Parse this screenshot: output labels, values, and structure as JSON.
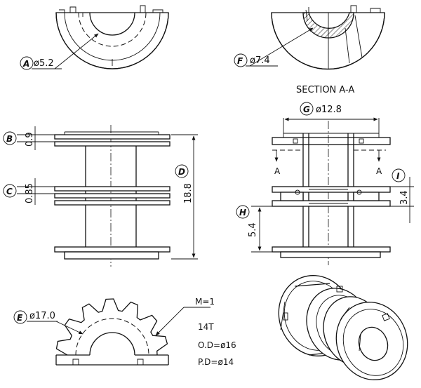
{
  "labels": {
    "A": {
      "tag": "A",
      "value": "ø5.2"
    },
    "B": {
      "tag": "B",
      "value": "0.9"
    },
    "C_left": {
      "tag": "C",
      "value": "0.85"
    },
    "D": {
      "tag": "D",
      "value": "18.8"
    },
    "E": {
      "tag": "E",
      "value": "ø17.0"
    },
    "F": {
      "tag": "F",
      "value": "ø7.4"
    },
    "G": {
      "tag": "G",
      "value": "ø12.8"
    },
    "H": {
      "tag": "H",
      "value": "5.4"
    },
    "I": {
      "tag": "I",
      "value": "3.4"
    }
  },
  "section_title": "SECTION  A-A",
  "section_marks": [
    "A",
    "A"
  ],
  "gear": {
    "module": "M=1",
    "teeth": "14T",
    "od": "O.D=ø16",
    "pd": "P.D=ø14"
  }
}
